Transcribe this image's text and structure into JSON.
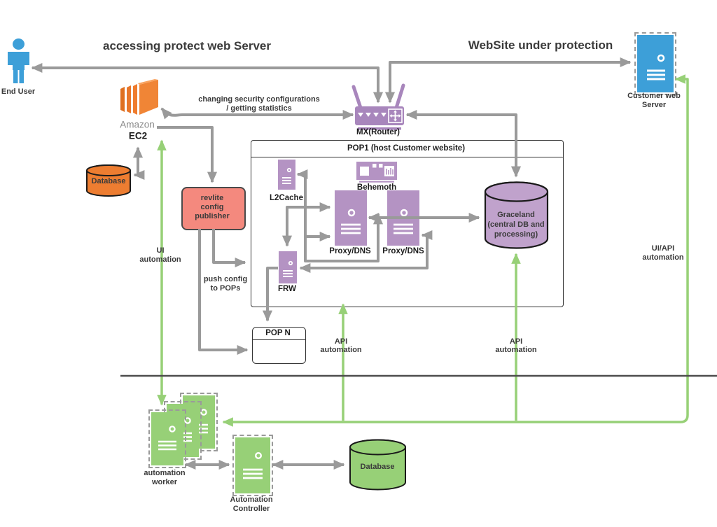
{
  "colors": {
    "gray_line": "#9a9a9a",
    "green_line": "#97d077",
    "purple": "#b493c3",
    "purple_dark": "#a886bc",
    "graceland_fill": "#c0a2cc",
    "blue": "#3d9fd8",
    "orange": "#ed7d31",
    "salmon": "#f4897e",
    "green_fill": "#97d077",
    "divider": "#4d4d4d",
    "text_dark": "#3b3b3b"
  },
  "titles": {
    "access": "accessing protect web Server",
    "protect": "WebSite under protection"
  },
  "nodes": {
    "end_user": {
      "label": "End User"
    },
    "amazon": {
      "line1": "Amazon",
      "line2": "EC2"
    },
    "aws_db": {
      "label": "Database"
    },
    "revlite": {
      "line1": "revlite",
      "line2": "config",
      "line3": "publisher"
    },
    "router": {
      "label": "MX(Router)"
    },
    "pop1": {
      "title": "POP1 (host Customer website)"
    },
    "l2cache": {
      "label": "L2Cache"
    },
    "behemoth": {
      "label": "Behemoth"
    },
    "proxy_left": {
      "label": "Proxy/DNS"
    },
    "proxy_right": {
      "label": "Proxy/DNS"
    },
    "frw": {
      "label": "FRW"
    },
    "graceland": {
      "line1": "Graceland",
      "line2": "(central DB and",
      "line3": "processing)"
    },
    "pop_n": {
      "label": "POP N"
    },
    "customer_server": {
      "line1": "Customer web",
      "line2": "Server"
    },
    "worker": {
      "line1": "automation",
      "line2": "worker"
    },
    "controller": {
      "line1": "Automation",
      "line2": "Controller"
    },
    "green_db": {
      "label": "Database"
    }
  },
  "edge_labels": {
    "changing": {
      "line1": "changing security configurations",
      "line2": "/ getting statistics"
    },
    "push_config": {
      "line1": "push config",
      "line2": "to POPs"
    },
    "ui_automation": {
      "line1": "UI",
      "line2": "automation"
    },
    "api_automation_left": {
      "line1": "API",
      "line2": "automation"
    },
    "api_automation_right": {
      "line1": "API",
      "line2": "automation"
    },
    "ui_api_automation": {
      "line1": "UI/API",
      "line2": "automation"
    }
  }
}
